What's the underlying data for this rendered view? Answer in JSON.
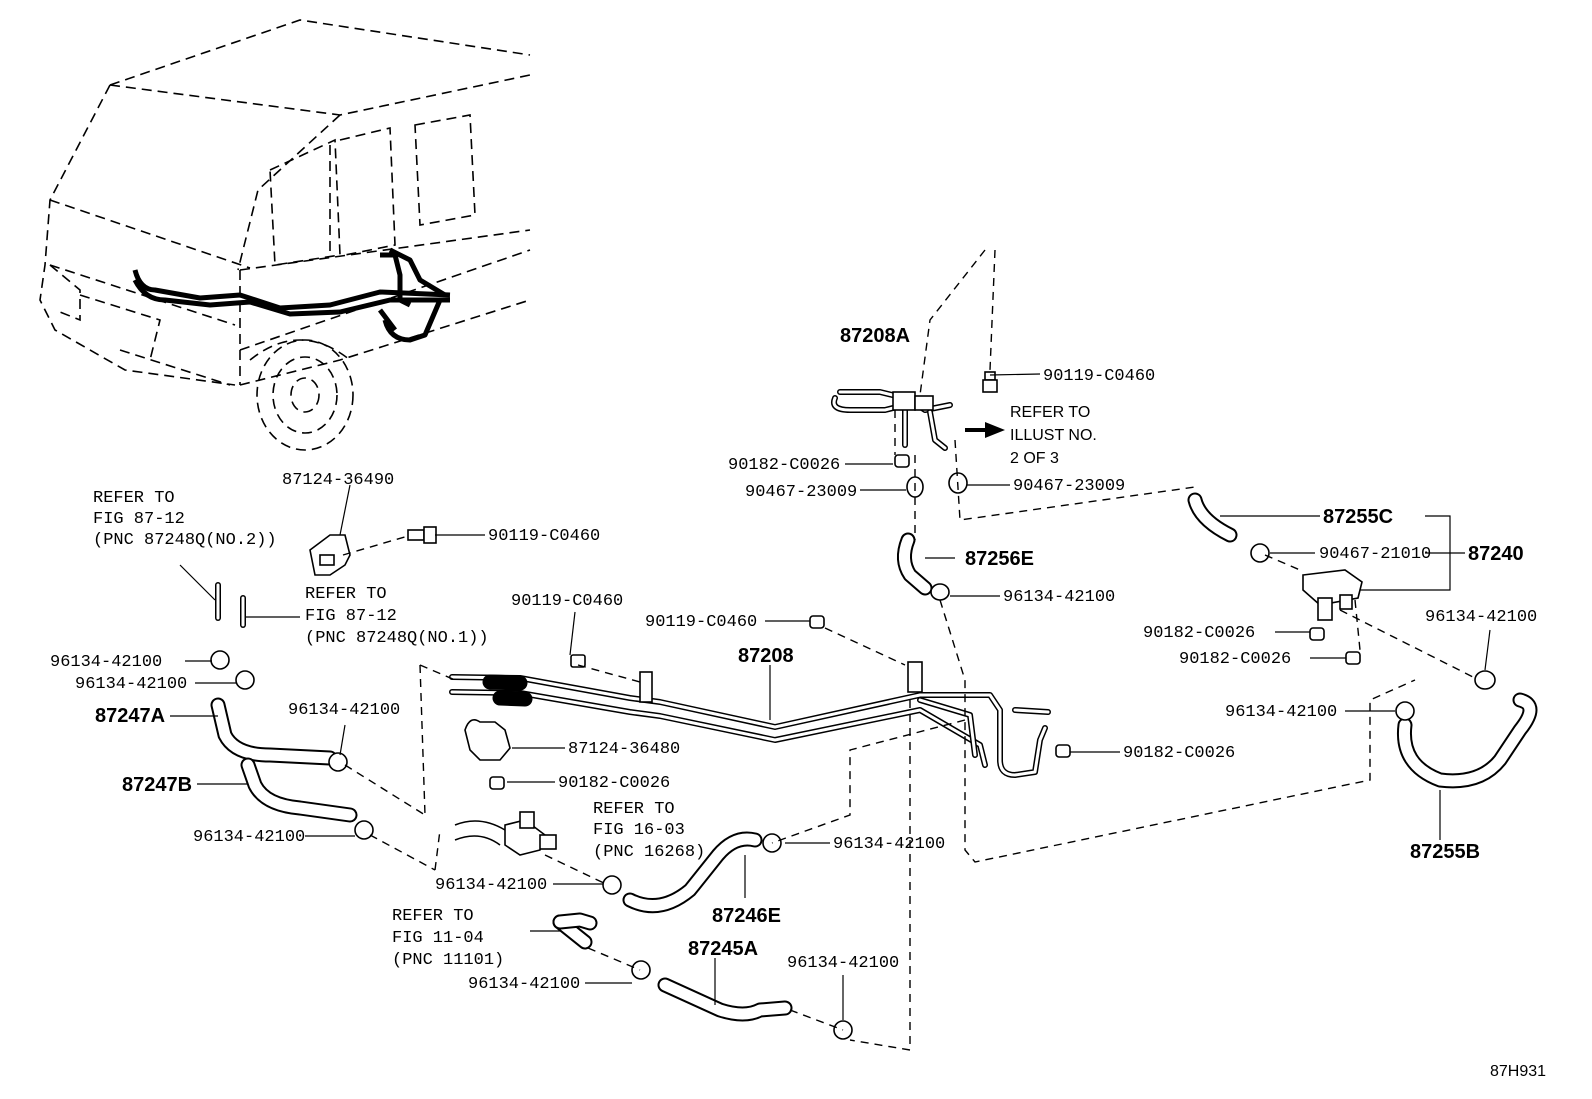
{
  "diagram_id": "87H931",
  "labels": {
    "p87208A": "87208A",
    "p90119_top": "90119-C0460",
    "refer_illust_1": "REFER TO",
    "refer_illust_2": "ILLUST NO.",
    "refer_illust_3": "2 OF 3",
    "p90182_top": "90182-C0026",
    "p90467_left": "90467-23009",
    "p90467_right": "90467-23009",
    "p87256E": "87256E",
    "p96134_upper_center": "96134-42100",
    "p87255C": "87255C",
    "p90467_21010": "90467-21010",
    "p87240": "87240",
    "p90182_right_1": "90182-C0026",
    "p90182_right_2": "90182-C0026",
    "p96134_far_right_top": "96134-42100",
    "p96134_far_right_mid": "96134-42100",
    "p87255B": "87255B",
    "p87124_36490": "87124-36490",
    "p90119_left": "90119-C0460",
    "refer_87_12_no2_1": "REFER TO",
    "refer_87_12_no2_2": "FIG 87-12",
    "refer_87_12_no2_3": "(PNC 87248Q(NO.2))",
    "refer_87_12_no1_1": "REFER TO",
    "refer_87_12_no1_2": "FIG 87-12",
    "refer_87_12_no1_3": "(PNC 87248Q(NO.1))",
    "p90119_mid_1": "90119-C0460",
    "p90119_mid_2": "90119-C0460",
    "p87208": "87208",
    "p96134_left_1": "96134-42100",
    "p96134_left_2": "96134-42100",
    "p87247A": "87247A",
    "p96134_left_3": "96134-42100",
    "p87247B": "87247B",
    "p96134_left_4": "96134-42100",
    "p87124_36480": "87124-36480",
    "p90182_mid": "90182-C0026",
    "p90182_center_right": "90182-C0026",
    "refer_16_03_1": "REFER TO",
    "refer_16_03_2": "FIG 16-03",
    "refer_16_03_3": "(PNC 16268)",
    "p96134_mid_clamp": "96134-42100",
    "p96134_lower_left": "96134-42100",
    "p87246E": "87246E",
    "refer_11_04_1": "REFER TO",
    "refer_11_04_2": "FIG 11-04",
    "refer_11_04_3": "(PNC 11101)",
    "p87245A": "87245A",
    "p96134_bottom_left": "96134-42100",
    "p96134_bottom_right": "96134-42100"
  }
}
